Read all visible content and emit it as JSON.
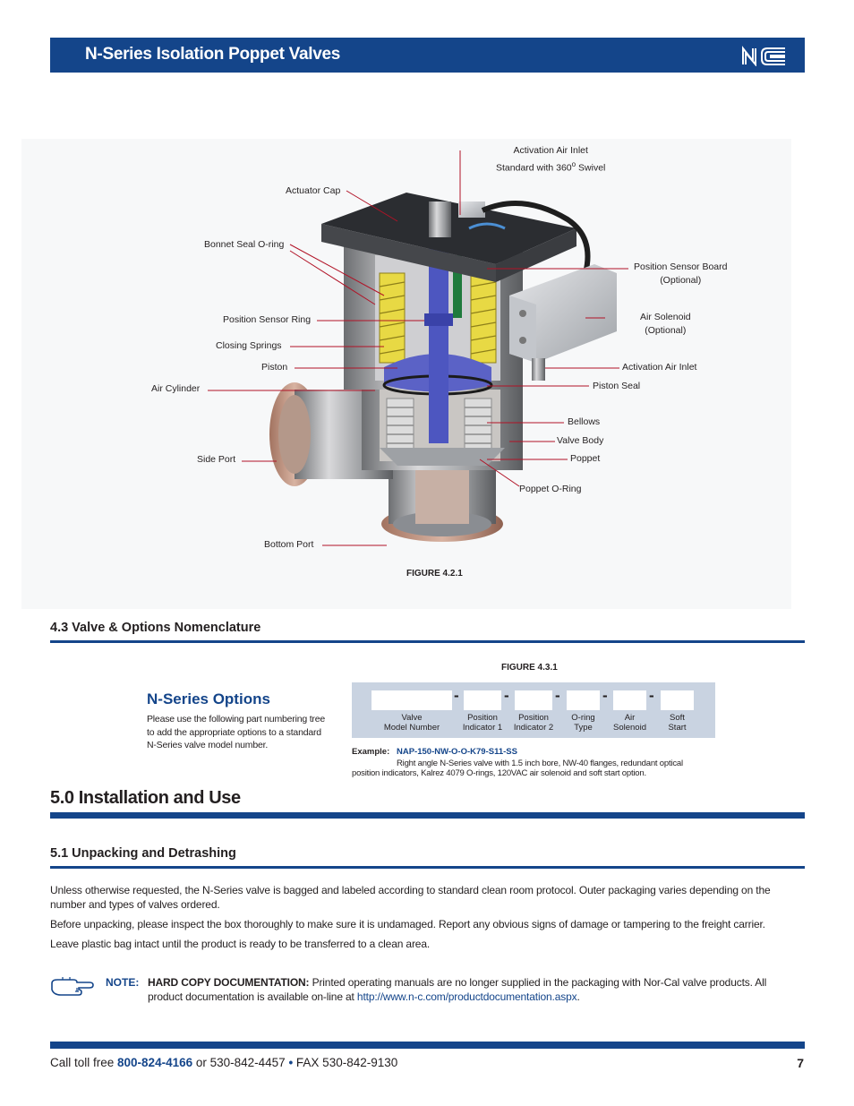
{
  "header": {
    "title": "N-Series Isolation Poppet Valves",
    "logo_text": "NC"
  },
  "figure_4_2_1": {
    "caption": "FIGURE 4.2.1",
    "callouts": {
      "activation_air_inlet_top_line1": "Activation Air Inlet",
      "activation_air_inlet_top_line2": "Standard with 360",
      "activation_air_inlet_top_sup": "o",
      "activation_air_inlet_top_line2_end": " Swivel",
      "actuator_cap": "Actuator Cap",
      "bonnet_seal": "Bonnet Seal O-ring",
      "position_sensor_board_line1": "Position Sensor Board",
      "position_sensor_board_line2": "(Optional)",
      "position_sensor_ring": "Position Sensor Ring",
      "air_solenoid_line1": "Air Solenoid",
      "air_solenoid_line2": "(Optional)",
      "closing_springs": "Closing Springs",
      "piston": "Piston",
      "activation_air_inlet": "Activation Air Inlet",
      "air_cylinder": "Air Cylinder",
      "piston_seal": "Piston Seal",
      "bellows": "Bellows",
      "valve_body": "Valve Body",
      "side_port": "Side Port",
      "poppet": "Poppet",
      "poppet_oring": "Poppet O-Ring",
      "bottom_port": "Bottom Port"
    }
  },
  "section_4_3": {
    "heading": "4.3 Valve & Options Nomenclature",
    "figure_caption": "FIGURE 4.3.1",
    "options_title": "N-Series Options",
    "options_desc": "Please use the following part numbering tree to add the appropriate options to a standard N-Series valve model number.",
    "fields": [
      {
        "line1": "Valve",
        "line2": "Model Number"
      },
      {
        "line1": "Position",
        "line2": "Indicator 1"
      },
      {
        "line1": "Position",
        "line2": "Indicator 2"
      },
      {
        "line1": "O-ring",
        "line2": "Type"
      },
      {
        "line1": "Air",
        "line2": "Solenoid"
      },
      {
        "line1": "Soft",
        "line2": "Start"
      }
    ],
    "dash": "-",
    "example_label": "Example:",
    "example_code": "NAP-150-NW-O-O-K79-S11-SS",
    "example_desc": "Right angle N-Series valve with 1.5 inch bore, NW-40 flanges, redundant optical position indicators, Kalrez 4079 O-rings, 120VAC air solenoid and soft start option."
  },
  "section_5_0": {
    "heading": "5.0 Installation and Use"
  },
  "section_5_1": {
    "heading": "5.1 Unpacking and Detrashing",
    "para1": "Unless otherwise requested, the N-Series valve is bagged and labeled according to standard clean room protocol.  Outer packaging varies depending on the number and types of valves ordered.",
    "para2": "Before unpacking, please inspect the box thoroughly to make sure it is undamaged.  Report any obvious signs of damage or tampering to the freight carrier.",
    "para3": "Leave plastic bag intact until the product is ready to be transferred to a clean area."
  },
  "note": {
    "label": "NOTE:",
    "strong": "HARD COPY DOCUMENTATION:",
    "text": " Printed operating manuals are no longer supplied in the packaging with Nor-Cal valve products.  All product documentation is available on-line at ",
    "link": "http://www.n-c.com/productdocumentation.aspx",
    "end": "."
  },
  "footer": {
    "prefix": "Call toll free ",
    "phone": "800-824-4166",
    "middle": " or 530-842-4457 ",
    "bullet": "•",
    "fax": " FAX 530-842-9130",
    "page_number": "7"
  },
  "colors": {
    "brand_blue": "#14458a",
    "pn_box": "#c9d3e1",
    "callout_line_red": "#b11226"
  }
}
